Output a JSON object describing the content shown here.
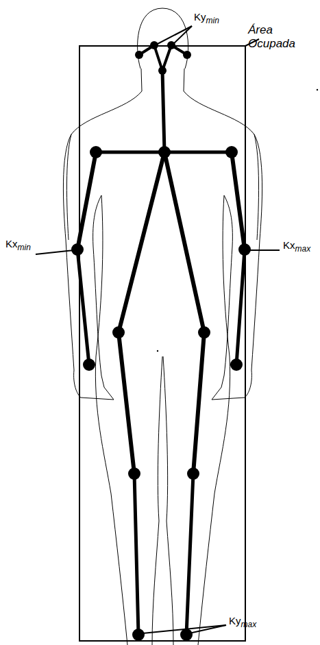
{
  "diagram": {
    "labels": [
      "Ky",
      "min",
      "Área Ocupada",
      "Kx",
      "min",
      "Kx",
      "max",
      "Ky",
      "max"
    ]
  }
}
